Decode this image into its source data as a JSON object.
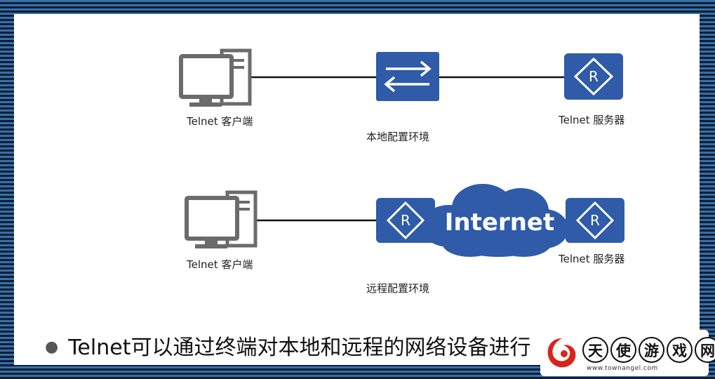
{
  "diagram": {
    "local": {
      "client_label": "Telnet 客户端",
      "server_label": "Telnet 服务器",
      "caption": "本地配置环境"
    },
    "remote": {
      "client_label": "Telnet 客户端",
      "server_label": "Telnet 服务器",
      "cloud_label": "Internet",
      "caption": "远程配置环境"
    },
    "router_letter": "R"
  },
  "bullet_text": "Telnet可以通过终端对本地和远程的网络设备进行",
  "watermark": {
    "chars": [
      "天",
      "使",
      "游",
      "戏",
      "网"
    ],
    "url": "www.townangel.com"
  },
  "colors": {
    "device_blue": "#2f5ba8",
    "computer_gray": "#6b6b6b",
    "line": "#111111"
  }
}
